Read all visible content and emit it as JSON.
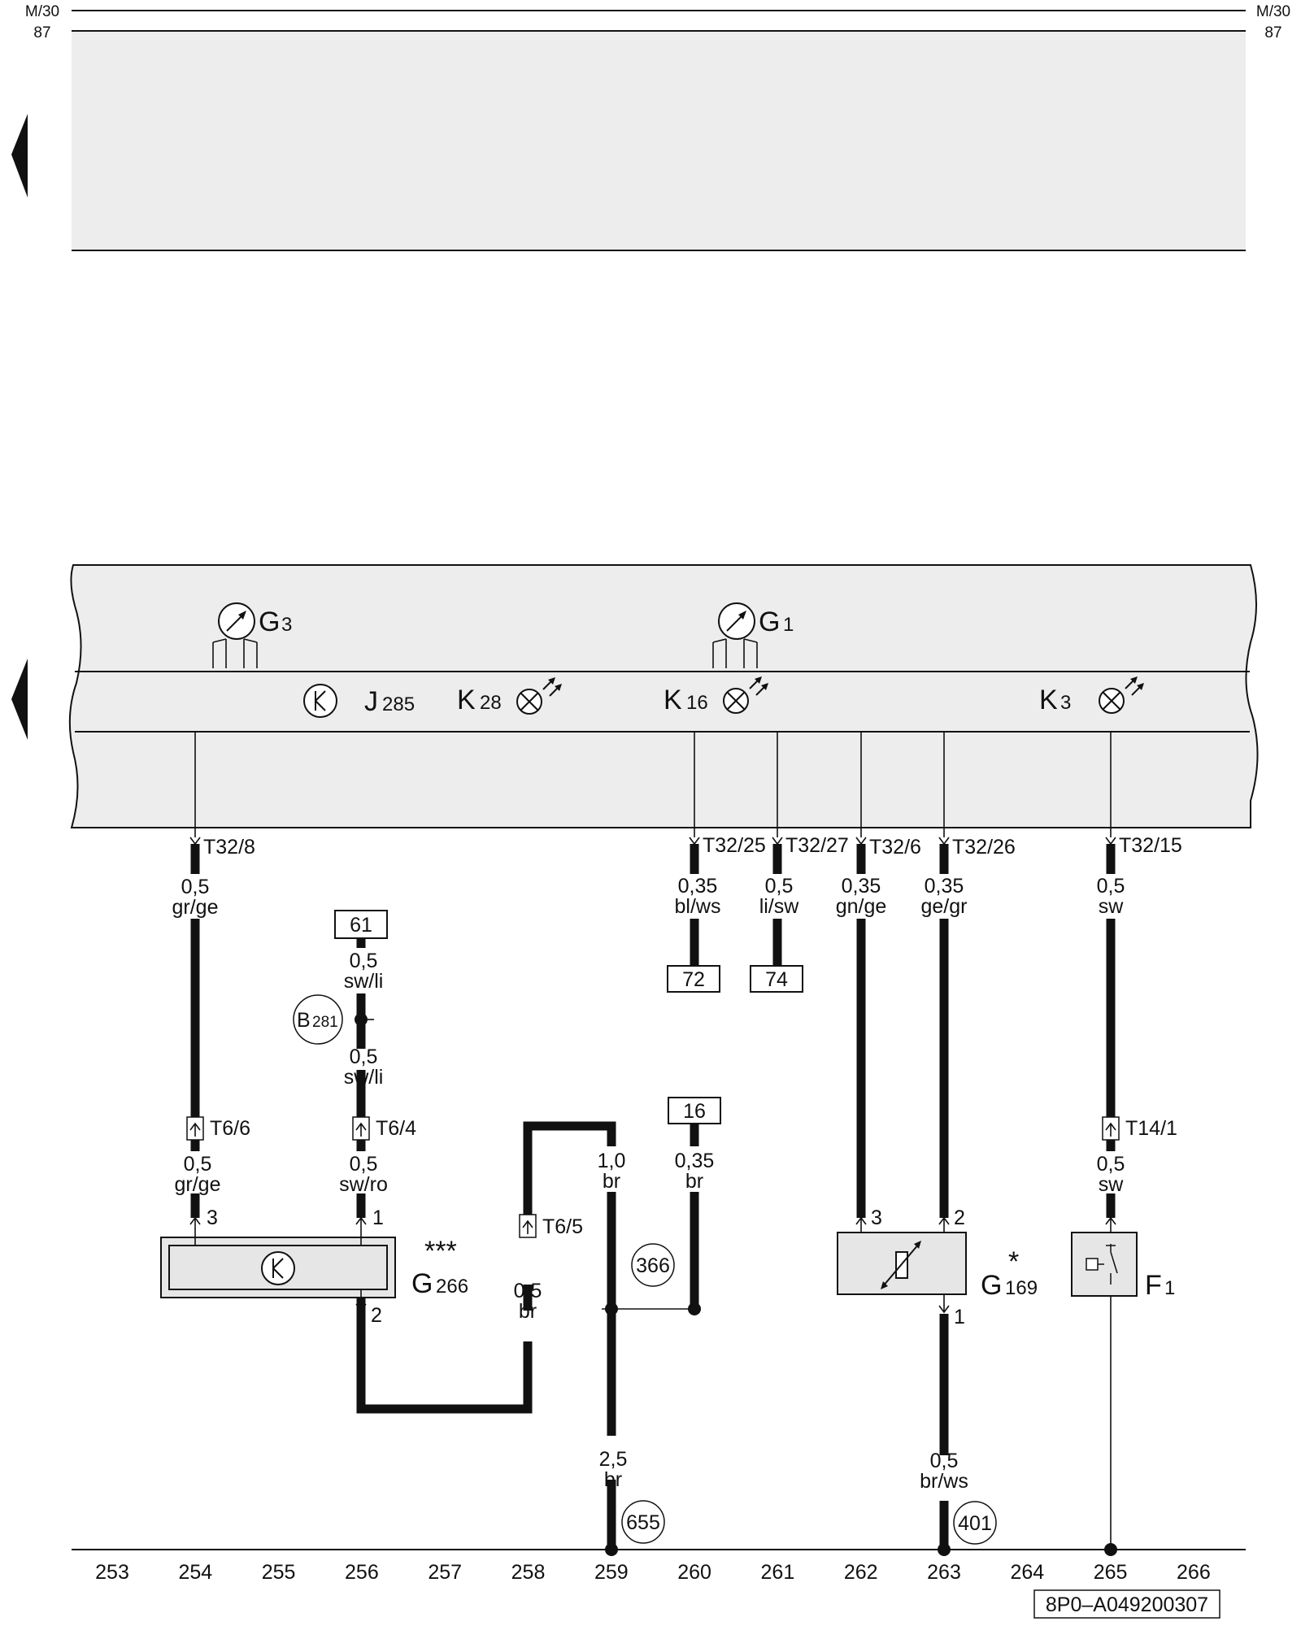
{
  "top_rail": {
    "left_label_top": "M/30",
    "left_label_bottom": "87",
    "right_label_top": "M/30",
    "right_label_bottom": "87"
  },
  "cluster": {
    "gauges": [
      {
        "letter": "G",
        "sub": "3"
      },
      {
        "letter": "G",
        "sub": "1"
      }
    ],
    "items": [
      {
        "letter": "J",
        "sub": "285"
      },
      {
        "letter": "K",
        "sub": "28"
      },
      {
        "letter": "K",
        "sub": "16"
      },
      {
        "letter": "K",
        "sub": "3"
      }
    ]
  },
  "pins": [
    "T32/8",
    "T32/25",
    "T32/27",
    "T32/6",
    "T32/26",
    "T32/15"
  ],
  "wire_labels": [
    {
      "size": "0,5",
      "color": "gr/ge"
    },
    {
      "size": "0,35",
      "color": "bl/ws"
    },
    {
      "size": "0,5",
      "color": "li/sw"
    },
    {
      "size": "0,35",
      "color": "gn/ge"
    },
    {
      "size": "0,35",
      "color": "ge/gr"
    },
    {
      "size": "0,5",
      "color": "sw"
    },
    {
      "size": "0,5",
      "color": "sw/li"
    },
    {
      "size": "0,5",
      "color": "sw/li"
    },
    {
      "size": "0,5",
      "color": "gr/ge"
    },
    {
      "size": "0,5",
      "color": "sw/ro"
    },
    {
      "size": "1,0",
      "color": "br"
    },
    {
      "size": "0,35",
      "color": "br"
    },
    {
      "size": "0,5",
      "color": "sw"
    },
    {
      "size": "0,5",
      "color": "br"
    },
    {
      "size": "2,5",
      "color": "br"
    },
    {
      "size": "0,5",
      "color": "br/ws"
    }
  ],
  "refs": [
    "61",
    "72",
    "74",
    "16"
  ],
  "connectors": [
    "T6/6",
    "T6/4",
    "T6/5",
    "T14/1"
  ],
  "splice": {
    "letter": "B",
    "sub": "281"
  },
  "grounds": [
    "366",
    "655",
    "401"
  ],
  "pin_numbers": [
    "3",
    "1",
    "2",
    "3",
    "2",
    "1"
  ],
  "components": {
    "g266": {
      "letter": "G",
      "sub": "266",
      "mark": "***"
    },
    "g169": {
      "letter": "G",
      "sub": "169",
      "mark": "*"
    },
    "f1": {
      "letter": "F",
      "sub": "1"
    }
  },
  "columns": [
    "253",
    "254",
    "255",
    "256",
    "257",
    "258",
    "259",
    "260",
    "261",
    "262",
    "263",
    "264",
    "265",
    "266"
  ],
  "doc_id": "8P0–A049200307"
}
